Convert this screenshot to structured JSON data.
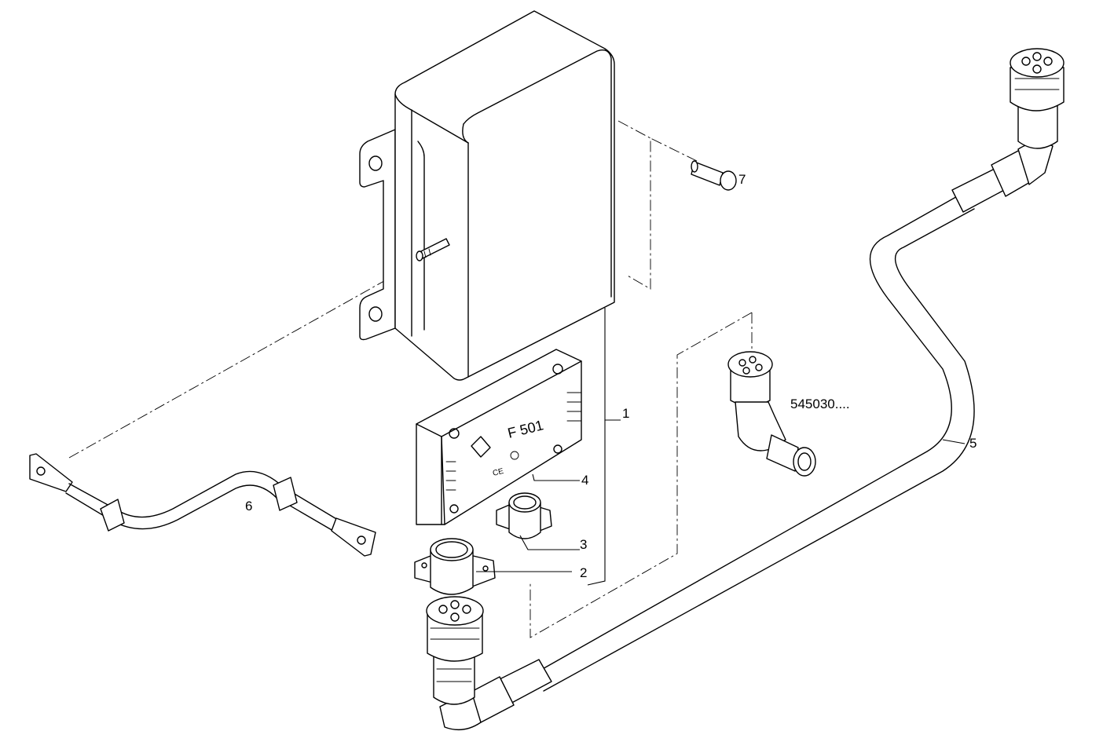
{
  "diagram": {
    "callouts": [
      {
        "id": "1",
        "text": "1"
      },
      {
        "id": "2",
        "text": "2"
      },
      {
        "id": "3",
        "text": "3"
      },
      {
        "id": "4",
        "text": "4"
      },
      {
        "id": "5",
        "text": "5"
      },
      {
        "id": "6",
        "text": "6"
      },
      {
        "id": "7",
        "text": "7"
      }
    ],
    "reference_note": "545030....",
    "module_label": "F 501",
    "module_ce_mark": "CE"
  }
}
